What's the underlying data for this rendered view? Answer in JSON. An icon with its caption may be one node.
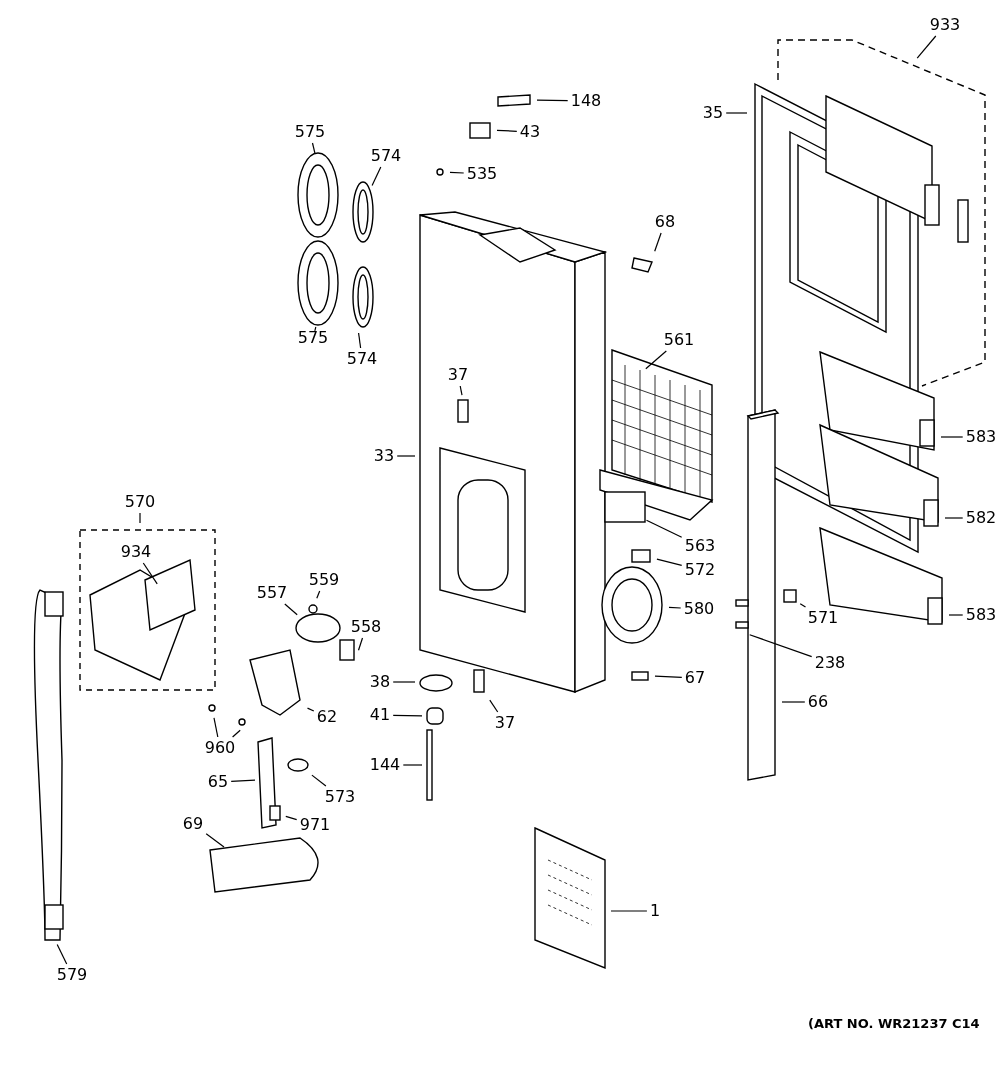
{
  "diagram": {
    "nodes": [
      {
        "text": [
          "933"
        ]
      },
      {
        "text": [
          "148"
        ]
      },
      {
        "text": [
          "35"
        ]
      },
      {
        "text": [
          "43"
        ]
      },
      {
        "text": [
          "575"
        ]
      },
      {
        "text": [
          "574"
        ]
      },
      {
        "text": [
          "535"
        ]
      },
      {
        "text": [
          "68"
        ]
      },
      {
        "text": [
          "575"
        ]
      },
      {
        "text": [
          "561"
        ]
      },
      {
        "text": [
          "574"
        ]
      },
      {
        "text": [
          "37"
        ]
      },
      {
        "text": [
          "583"
        ]
      },
      {
        "text": [
          "33"
        ]
      },
      {
        "text": [
          "570"
        ]
      },
      {
        "text": [
          "582"
        ]
      },
      {
        "text": [
          "563"
        ]
      },
      {
        "text": [
          "934"
        ]
      },
      {
        "text": [
          "572"
        ]
      },
      {
        "text": [
          "559"
        ]
      },
      {
        "text": [
          "557"
        ]
      },
      {
        "text": [
          "580"
        ]
      },
      {
        "text": [
          "583"
        ]
      },
      {
        "text": [
          "571"
        ]
      },
      {
        "text": [
          "558"
        ]
      },
      {
        "text": [
          "238"
        ]
      },
      {
        "text": [
          "67"
        ]
      },
      {
        "text": [
          "38"
        ]
      },
      {
        "text": [
          "66"
        ]
      },
      {
        "text": [
          "41"
        ]
      },
      {
        "text": [
          "62"
        ]
      },
      {
        "text": [
          "37"
        ]
      },
      {
        "text": [
          "960"
        ]
      },
      {
        "text": [
          "144"
        ]
      },
      {
        "text": [
          "65"
        ]
      },
      {
        "text": [
          "573"
        ]
      },
      {
        "text": [
          "971"
        ]
      },
      {
        "text": [
          "69"
        ]
      },
      {
        "text": [
          "1"
        ]
      },
      {
        "text": [
          "579"
        ]
      }
    ],
    "edges": [
      {
        "from": 0,
        "to": null,
        "arrow": "none"
      },
      {
        "from": 1,
        "to": null,
        "arrow": "none"
      },
      {
        "from": 2,
        "to": null,
        "arrow": "none"
      },
      {
        "from": 3,
        "to": null,
        "arrow": "none"
      },
      {
        "from": 4,
        "to": null,
        "arrow": "none"
      },
      {
        "from": 5,
        "to": null,
        "arrow": "none"
      },
      {
        "from": 6,
        "to": null,
        "arrow": "none"
      },
      {
        "from": 7,
        "to": null,
        "arrow": "none"
      },
      {
        "from": 8,
        "to": null,
        "arrow": "none"
      },
      {
        "from": 9,
        "to": null,
        "arrow": "none"
      },
      {
        "from": 10,
        "to": null,
        "arrow": "none"
      },
      {
        "from": 11,
        "to": null,
        "arrow": "none"
      },
      {
        "from": 12,
        "to": null,
        "arrow": "none"
      },
      {
        "from": 13,
        "to": null,
        "arrow": "none"
      },
      {
        "from": 14,
        "to": null,
        "arrow": "none"
      },
      {
        "from": 15,
        "to": null,
        "arrow": "none"
      },
      {
        "from": 16,
        "to": null,
        "arrow": "none"
      },
      {
        "from": 17,
        "to": null,
        "arrow": "none"
      },
      {
        "from": 18,
        "to": null,
        "arrow": "none"
      },
      {
        "from": 19,
        "to": null,
        "arrow": "none"
      },
      {
        "from": 20,
        "to": null,
        "arrow": "none"
      },
      {
        "from": 21,
        "to": null,
        "arrow": "none"
      },
      {
        "from": 22,
        "to": null,
        "arrow": "none"
      },
      {
        "from": 23,
        "to": null,
        "arrow": "none"
      },
      {
        "from": 24,
        "to": null,
        "arrow": "none"
      },
      {
        "from": 25,
        "to": null,
        "arrow": "none"
      },
      {
        "from": 26,
        "to": null,
        "arrow": "none"
      },
      {
        "from": 27,
        "to": null,
        "arrow": "none"
      },
      {
        "from": 28,
        "to": null,
        "arrow": "none"
      },
      {
        "from": 29,
        "to": null,
        "arrow": "none"
      },
      {
        "from": 30,
        "to": null,
        "arrow": "none"
      },
      {
        "from": 31,
        "to": null,
        "arrow": "none"
      },
      {
        "from": 32,
        "to": null,
        "arrow": "none"
      },
      {
        "from": 32,
        "to": null,
        "arrow": "none"
      },
      {
        "from": 33,
        "to": null,
        "arrow": "none"
      },
      {
        "from": 34,
        "to": null,
        "arrow": "none"
      },
      {
        "from": 35,
        "to": null,
        "arrow": "none"
      },
      {
        "from": 36,
        "to": null,
        "arrow": "none"
      },
      {
        "from": 37,
        "to": null,
        "arrow": "none"
      },
      {
        "from": 38,
        "to": null,
        "arrow": "none"
      },
      {
        "from": 39,
        "to": null,
        "arrow": "none"
      }
    ],
    "labels": [
      "(ART NO. WR21237 C14"
    ]
  }
}
